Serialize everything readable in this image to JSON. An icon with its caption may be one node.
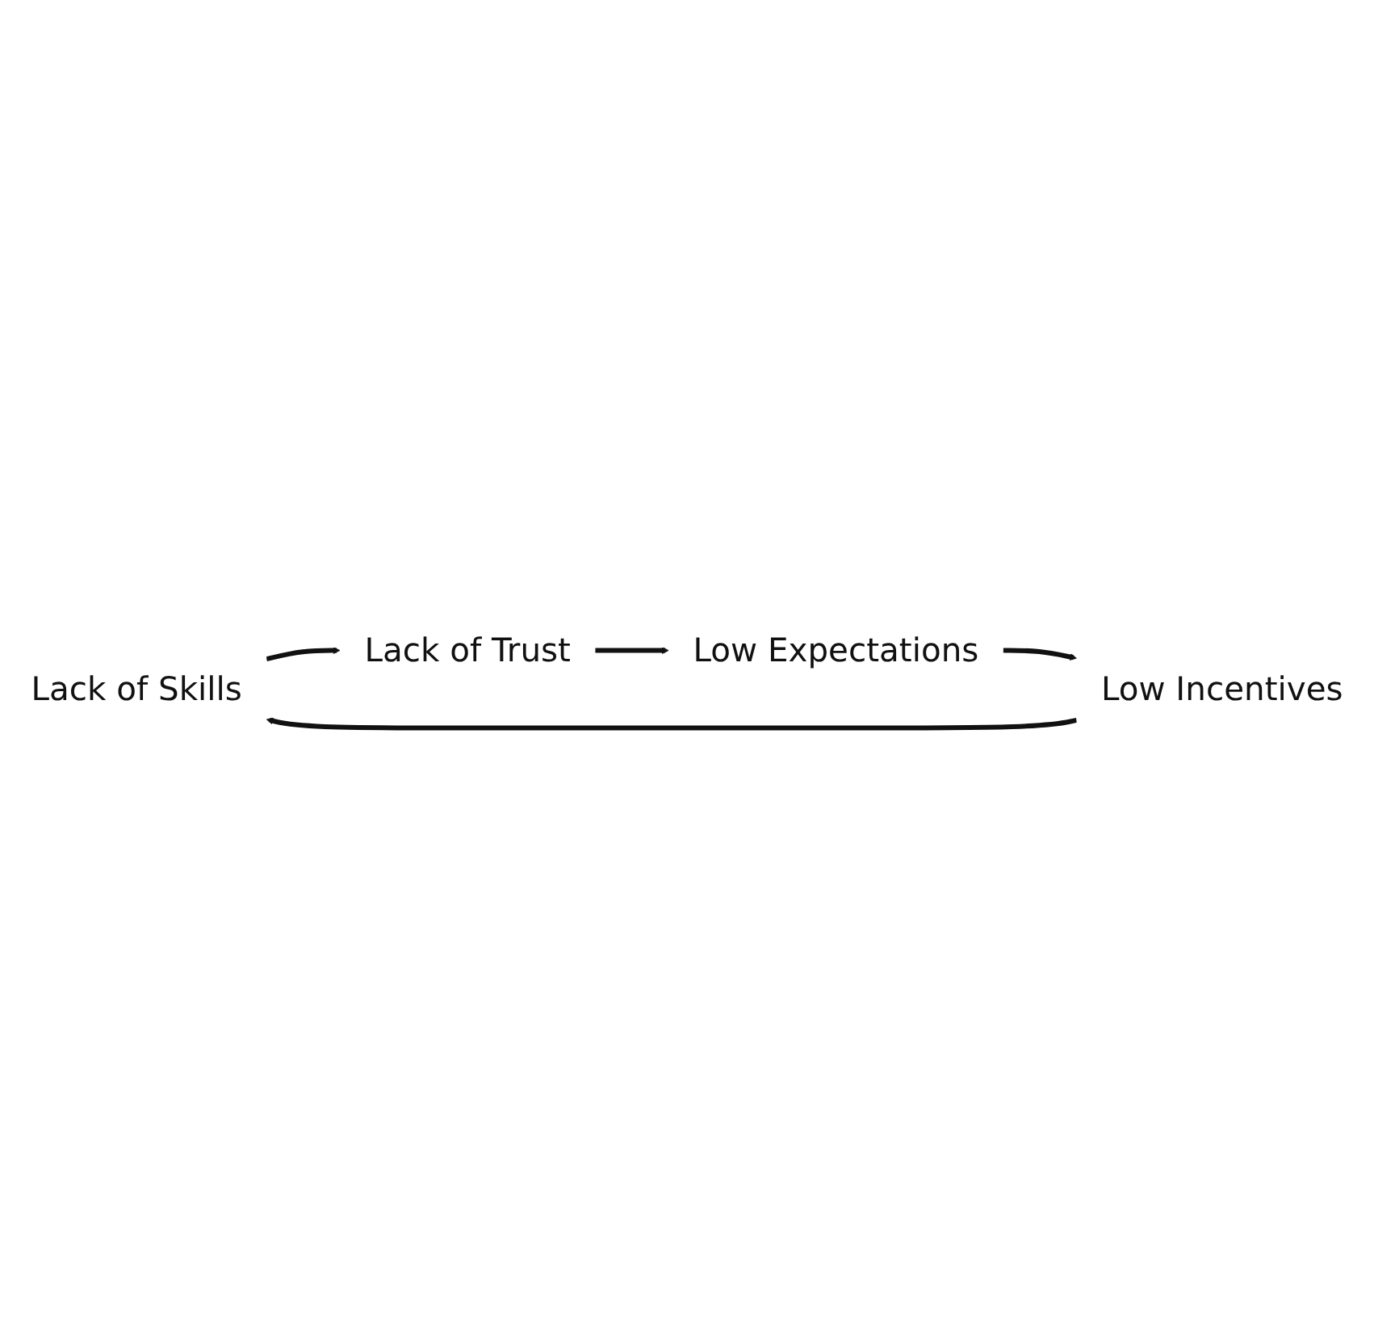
{
  "diagram": {
    "nodes": [
      {
        "text": [
          "Lack of Skills"
        ]
      },
      {
        "text": [
          "Lack of Trust"
        ]
      },
      {
        "text": [
          "Low Expectations"
        ]
      },
      {
        "text": [
          "Low Incentives"
        ]
      }
    ],
    "edges": [
      {
        "from": 0,
        "to": 1,
        "arrow": "to"
      },
      {
        "from": 1,
        "to": 2,
        "arrow": "to"
      },
      {
        "from": 2,
        "to": 3,
        "arrow": "to"
      },
      {
        "from": 3,
        "to": 0,
        "arrow": "to"
      }
    ]
  }
}
